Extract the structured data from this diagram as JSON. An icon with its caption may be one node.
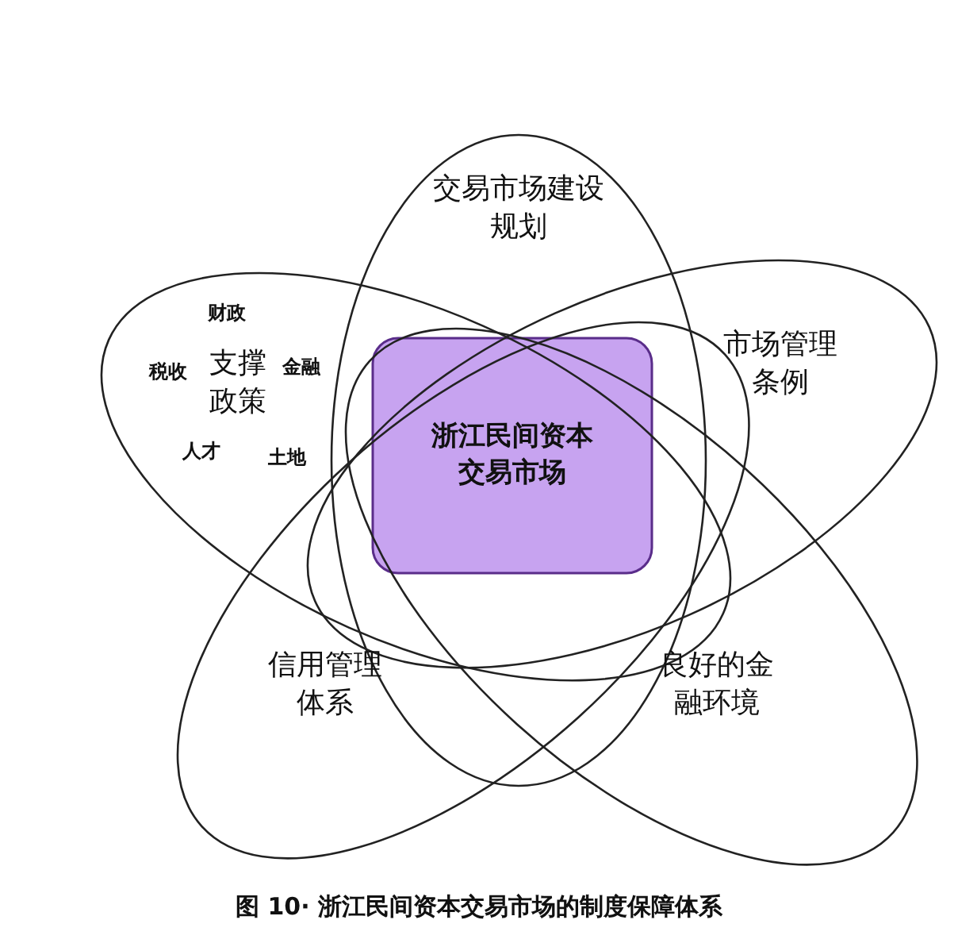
{
  "diagram": {
    "caption": "图 10· 浙江民间资本交易市场的制度保障体系",
    "nodes": [
      {
        "text": [
          "交易市场建设规划"
        ]
      },
      {
        "text": [
          "财政",
          "税收",
          "支撑政策",
          "金融",
          "人才",
          "土地"
        ]
      },
      {
        "text": [
          "市场管理条例"
        ]
      },
      {
        "text": [
          "信用管理体系"
        ]
      },
      {
        "text": [
          "良好的金融环境"
        ]
      },
      {
        "text": [
          "浙江民间资本交易市场"
        ]
      }
    ],
    "edges": []
  }
}
